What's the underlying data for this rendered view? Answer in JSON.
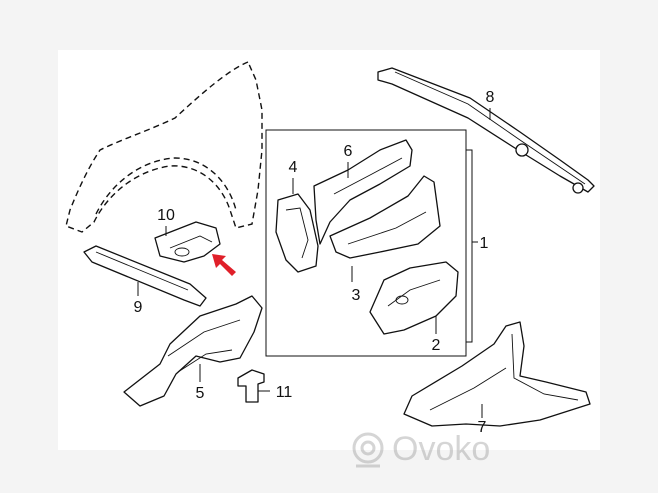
{
  "diagram": {
    "callouts": [
      {
        "id": "c1",
        "label": "1"
      },
      {
        "id": "c2",
        "label": "2"
      },
      {
        "id": "c3",
        "label": "3"
      },
      {
        "id": "c4",
        "label": "4"
      },
      {
        "id": "c5",
        "label": "5"
      },
      {
        "id": "c6",
        "label": "6"
      },
      {
        "id": "c7",
        "label": "7"
      },
      {
        "id": "c8",
        "label": "8"
      },
      {
        "id": "c9",
        "label": "9"
      },
      {
        "id": "c10",
        "label": "10"
      },
      {
        "id": "c11",
        "label": "11"
      }
    ],
    "highlight_arrow_color": "#e0202a",
    "watermark": "Ovoko"
  }
}
